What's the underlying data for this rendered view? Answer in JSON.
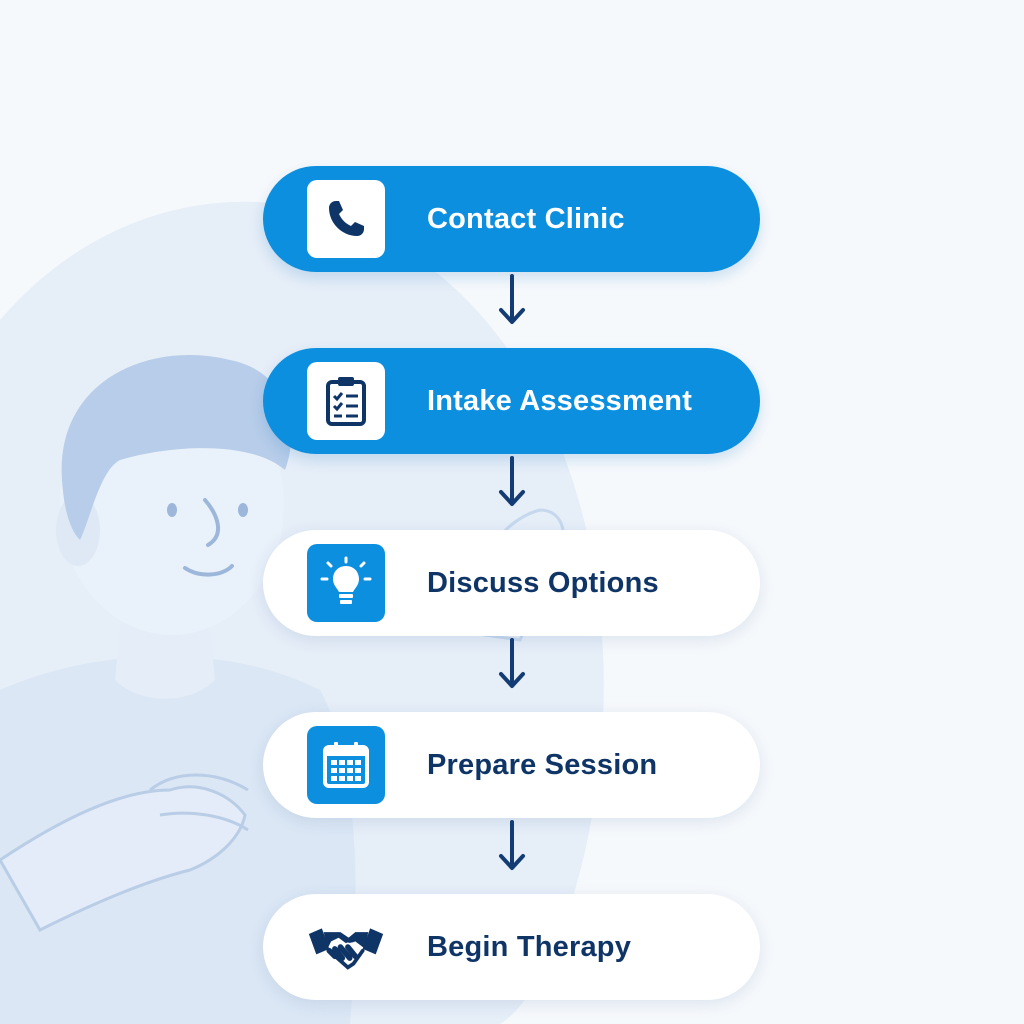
{
  "steps": [
    {
      "label": "Contact Clinic",
      "icon": "phone-icon",
      "state": "active"
    },
    {
      "label": "Intake Assessment",
      "icon": "clipboard-icon",
      "state": "active"
    },
    {
      "label": "Discuss Options",
      "icon": "lightbulb-icon",
      "state": "inactive"
    },
    {
      "label": "Prepare Session",
      "icon": "calendar-icon",
      "state": "inactive"
    },
    {
      "label": "Begin Therapy",
      "icon": "handshake-icon",
      "state": "inactive"
    }
  ],
  "colors": {
    "accent": "#0d8fe0",
    "text_dark": "#0f3567",
    "arrow": "#123c73",
    "illustration": "#c5d8ee",
    "background": "#f6f9fc"
  }
}
